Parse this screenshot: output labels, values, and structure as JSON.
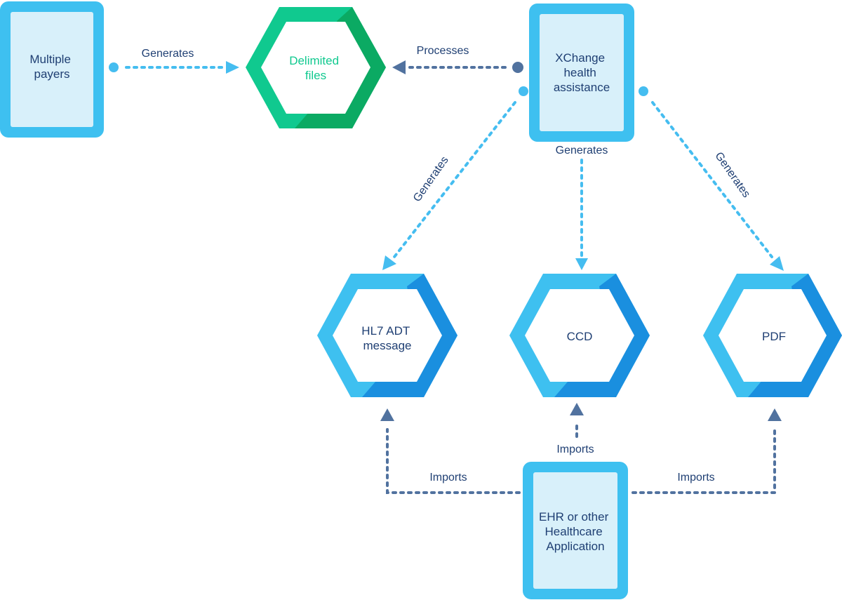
{
  "colors": {
    "blue_light": "#3ec0f0",
    "blue_dark": "#1a8fdf",
    "box_fill": "#d8f0fa",
    "green_light": "#10c98f",
    "green_dark": "#0aa55c",
    "navy": "#1f3f73",
    "slate_arrow": "#51729f",
    "sky_arrow": "#45bdf0"
  },
  "nodes": {
    "multiple_payers": {
      "line1": "Multiple",
      "line2": "payers"
    },
    "delimited_files": {
      "line1": "Delimited",
      "line2": "files"
    },
    "xchange": {
      "line1": "XChange",
      "line2": "health",
      "line3": "assistance"
    },
    "hl7": {
      "line1": "HL7 ADT",
      "line2": "message"
    },
    "ccd": {
      "line1": "CCD"
    },
    "pdf": {
      "line1": "PDF"
    },
    "ehr": {
      "line1": "EHR or other",
      "line2": "Healthcare",
      "line3": "Application"
    }
  },
  "edges": {
    "payers_to_files": "Generates",
    "xchange_to_files": "Processes",
    "xchange_to_hl7": "Generates",
    "xchange_to_ccd": "Generates",
    "xchange_to_pdf": "Generates",
    "ehr_to_hl7": "Imports",
    "ehr_to_ccd": "Imports",
    "ehr_to_pdf": "Imports"
  }
}
